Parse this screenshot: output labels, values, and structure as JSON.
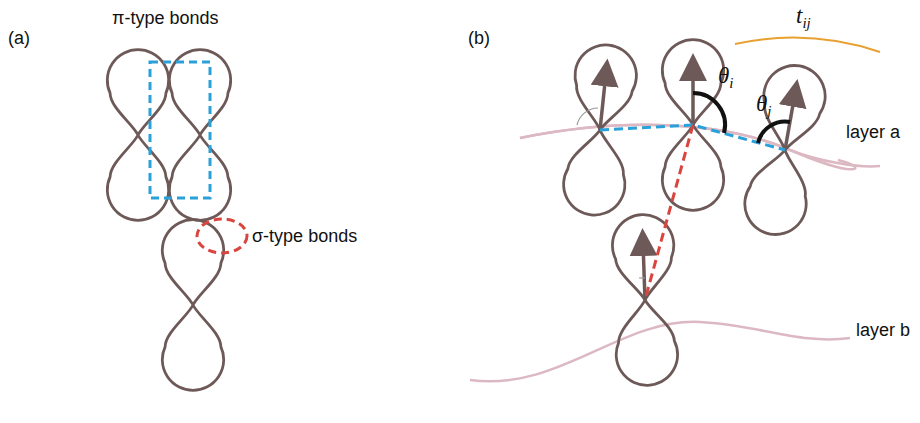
{
  "diagram": {
    "labels": [
      "(a)",
      "π-type bonds",
      "σ-type bonds",
      "(b)",
      "tij",
      "θi",
      "θj",
      "layer a",
      "layer b"
    ]
  }
}
